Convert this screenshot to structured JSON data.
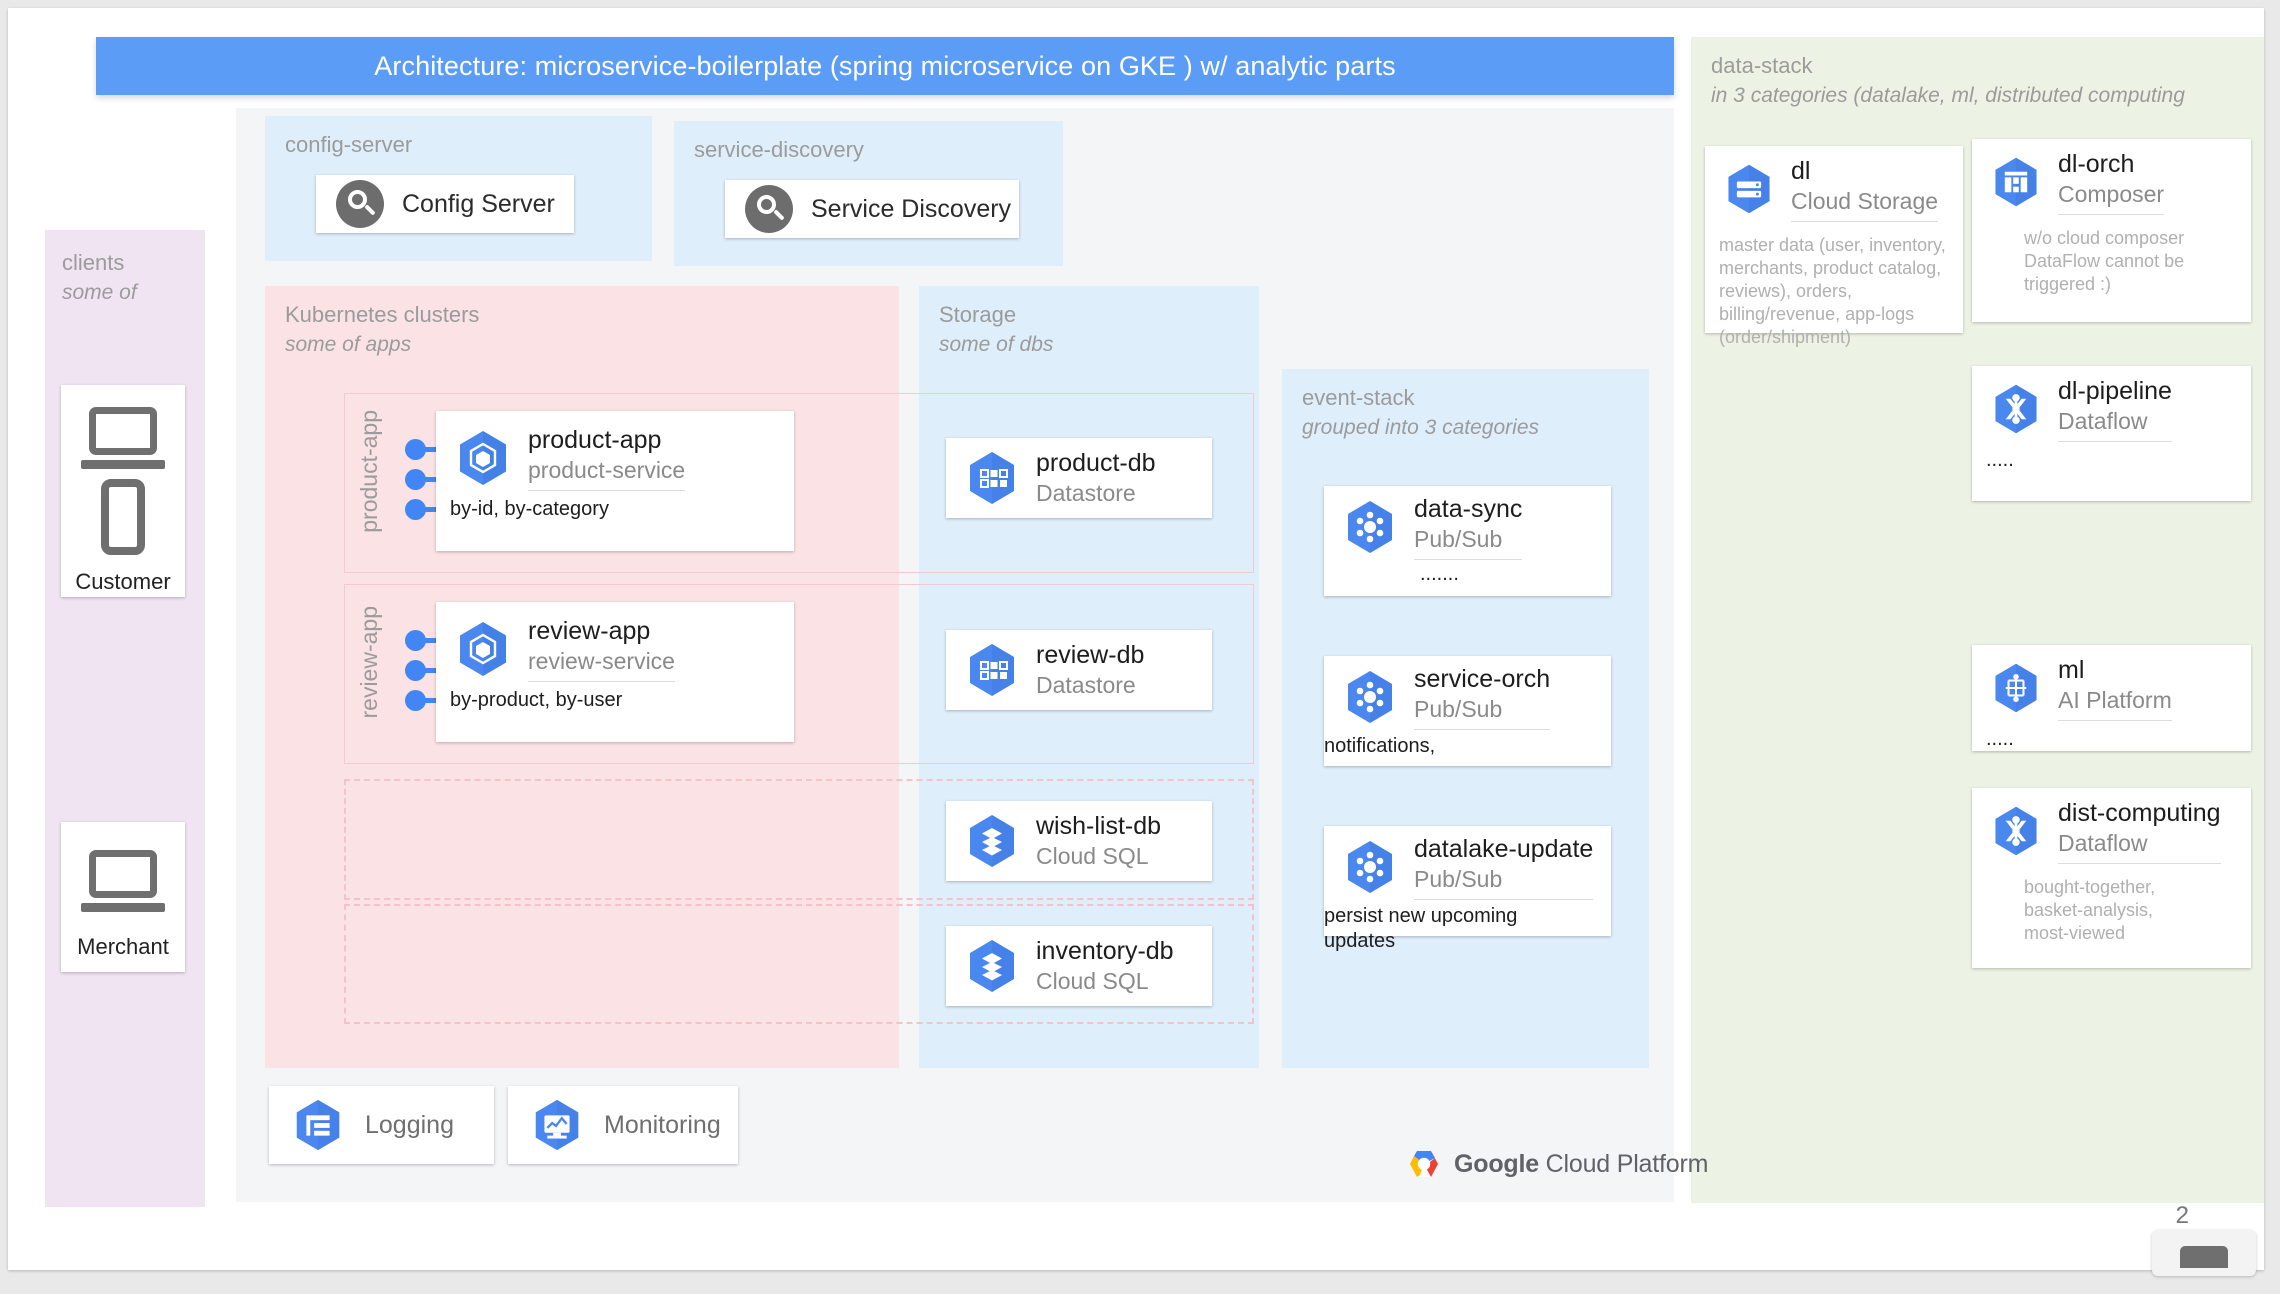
{
  "slide": {
    "title": "Architecture: microservice-boilerplate (spring microservice on GKE ) w/ analytic parts",
    "page_number": "2",
    "brand": {
      "google": "Google",
      "cloud_platform": " Cloud Platform",
      "accent_blue": "#4285f4",
      "title_bar_blue": "#5b9cf6"
    }
  },
  "clients": {
    "title": "clients",
    "subtitle": "some of",
    "items": [
      {
        "name": "Customer",
        "devices": [
          "laptop-icon",
          "phone-icon"
        ]
      },
      {
        "name": "Merchant",
        "devices": [
          "laptop-icon"
        ]
      }
    ]
  },
  "config_server": {
    "title": "config-server",
    "card_label": "Config Server",
    "icon": "magnifier-icon"
  },
  "service_discovery": {
    "title": "service-discovery",
    "card_label": "Service Discovery",
    "icon": "magnifier-icon"
  },
  "kubernetes": {
    "title": "Kubernetes clusters",
    "subtitle": "some of apps",
    "apps": [
      {
        "side_label": "product-app",
        "name": "product-app",
        "service": "product-service",
        "note": "by-id, by-category",
        "icon": "gke-icon",
        "pod_count": 3
      },
      {
        "side_label": "review-app",
        "name": "review-app",
        "service": "review-service",
        "note": "by-product, by-user",
        "icon": "gke-icon",
        "pod_count": 3
      }
    ]
  },
  "storage": {
    "title": "Storage",
    "subtitle": "some of dbs",
    "dbs": [
      {
        "name": "product-db",
        "service": "Datastore",
        "icon": "datastore-icon"
      },
      {
        "name": "review-db",
        "service": "Datastore",
        "icon": "datastore-icon"
      },
      {
        "name": "wish-list-db",
        "service": "Cloud SQL",
        "icon": "cloudsql-icon"
      },
      {
        "name": "inventory-db",
        "service": "Cloud SQL",
        "icon": "cloudsql-icon"
      }
    ]
  },
  "event_stack": {
    "title": "event-stack",
    "subtitle": "grouped into 3 categories",
    "topics": [
      {
        "name": "data-sync",
        "service": "Pub/Sub",
        "note": ".......",
        "icon": "pubsub-icon"
      },
      {
        "name": "service-orch",
        "service": "Pub/Sub",
        "note": "notifications,",
        "icon": "pubsub-icon"
      },
      {
        "name": "datalake-update",
        "service": "Pub/Sub",
        "note": "persist new upcoming updates",
        "icon": "pubsub-icon"
      }
    ]
  },
  "data_stack": {
    "title": "data-stack",
    "subtitle": "in 3 categories (datalake, ml, distributed computing",
    "items": [
      {
        "name": "dl",
        "service": "Cloud Storage",
        "note": "master data (user, inventory, merchants, product catalog, reviews), orders, billing/revenue, app-logs (order/shipment)",
        "icon": "cloud-storage-icon"
      },
      {
        "name": "dl-orch",
        "service": "Composer",
        "note": "w/o cloud composer DataFlow cannot be triggered :)",
        "icon": "composer-icon"
      },
      {
        "name": "dl-pipeline",
        "service": "Dataflow",
        "note": ".....",
        "icon": "dataflow-icon"
      },
      {
        "name": "ml",
        "service": "AI Platform",
        "note": ".....",
        "icon": "ai-platform-icon"
      },
      {
        "name": "dist-computing",
        "service": "Dataflow",
        "note": "bought-together, basket-analysis, most-viewed",
        "icon": "dataflow-icon"
      }
    ]
  },
  "ops": {
    "logging": {
      "label": "Logging",
      "icon": "logging-icon"
    },
    "monitoring": {
      "label": "Monitoring",
      "icon": "monitoring-icon"
    }
  }
}
